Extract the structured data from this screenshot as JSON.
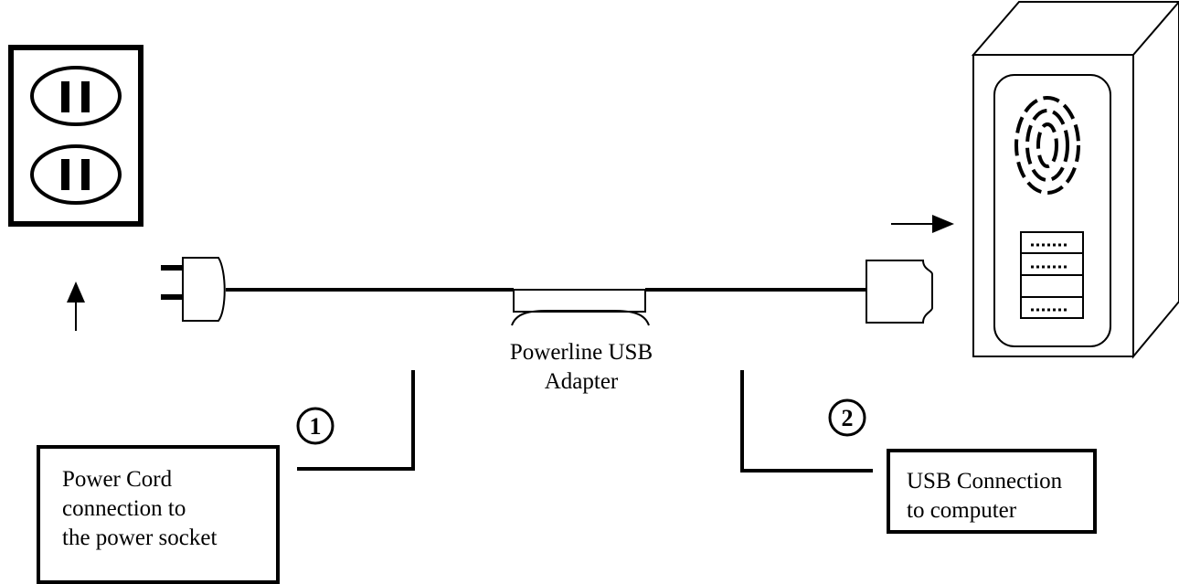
{
  "adapter": {
    "label_line1": "Powerline USB",
    "label_line2": "Adapter"
  },
  "callouts": [
    {
      "number": "1",
      "lines": [
        "Power Cord",
        "connection to",
        "the power socket"
      ]
    },
    {
      "number": "2",
      "lines": [
        "USB Connection",
        "to computer"
      ]
    }
  ]
}
